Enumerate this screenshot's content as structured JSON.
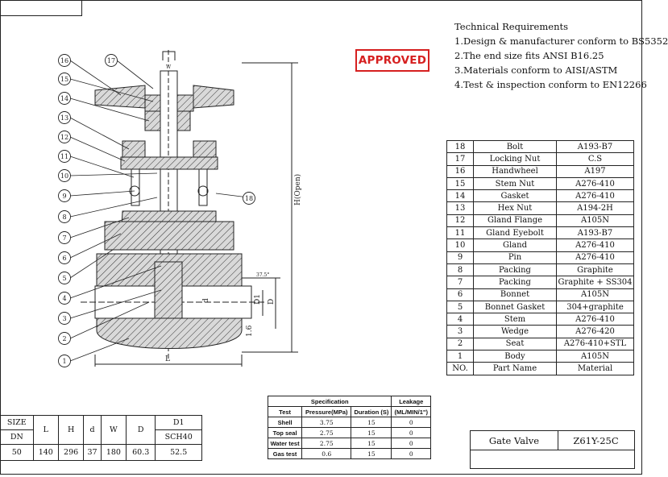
{
  "tech_requirements": {
    "title": "Technical Requirements",
    "items": [
      "1.Design & manufacturer conform to BS5352",
      "2.The end size fits ANSI B16.25",
      "3.Materials conform to AISI/ASTM",
      "4.Test & inspection conform to EN12266"
    ]
  },
  "stamp": {
    "label": "APPROVED",
    "color": "#d62020"
  },
  "callouts": [
    "16",
    "17",
    "15",
    "14",
    "13",
    "12",
    "11",
    "10",
    "9",
    "8",
    "7",
    "6",
    "5",
    "4",
    "3",
    "2",
    "1",
    "18"
  ],
  "dim_labels": {
    "h_open": "H(Open)",
    "l": "L",
    "d1": "D1",
    "d": "D",
    "d_small": "d",
    "angle": "37.5°",
    "dim16": "1.6",
    "w": "W"
  },
  "parts_table": {
    "rows": [
      [
        "18",
        "Bolt",
        "A193-B7"
      ],
      [
        "17",
        "Locking Nut",
        "C.S"
      ],
      [
        "16",
        "Handwheel",
        "A197"
      ],
      [
        "15",
        "Stem Nut",
        "A276-410"
      ],
      [
        "14",
        "Gasket",
        "A276-410"
      ],
      [
        "13",
        "Hex Nut",
        "A194-2H"
      ],
      [
        "12",
        "Gland Flange",
        "A105N"
      ],
      [
        "11",
        "Gland Eyebolt",
        "A193-B7"
      ],
      [
        "10",
        "Gland",
        "A276-410"
      ],
      [
        "9",
        "Pin",
        "A276-410"
      ],
      [
        "8",
        "Packing",
        "Graphite"
      ],
      [
        "7",
        "Packing",
        "Graphite + SS304"
      ],
      [
        "6",
        "Bonnet",
        "A105N"
      ],
      [
        "5",
        "Bonnet Gasket",
        "304+graphite"
      ],
      [
        "4",
        "Stem",
        "A276-410"
      ],
      [
        "3",
        "Wedge",
        "A276-420"
      ],
      [
        "2",
        "Seat",
        "A276-410+STL"
      ],
      [
        "1",
        "Body",
        "A105N"
      ]
    ],
    "footer": [
      "NO.",
      "Part Name",
      "Material"
    ]
  },
  "spec_table": {
    "title": "Specification",
    "leakage": "Leakage",
    "headers": [
      "Test",
      "Pressure(MPa)",
      "Duration (S)",
      "(ML/MIN/1\")"
    ],
    "rows": [
      [
        "Shell",
        "3.75",
        "15",
        "0"
      ],
      [
        "Top seal",
        "2.75",
        "15",
        "0"
      ],
      [
        "Water test",
        "2.75",
        "15",
        "0"
      ],
      [
        "Gas test",
        "0.6",
        "15",
        "0"
      ]
    ]
  },
  "dims_table": {
    "size": "SIZE",
    "dn": "DN",
    "headers": [
      "L",
      "H",
      "d",
      "W",
      "D",
      "D1"
    ],
    "sch": "SCH40",
    "values": [
      "50",
      "140",
      "296",
      "37",
      "180",
      "60.3",
      "52.5"
    ]
  },
  "title_block": {
    "name": "Gate Valve",
    "model": "Z61Y-25C"
  }
}
